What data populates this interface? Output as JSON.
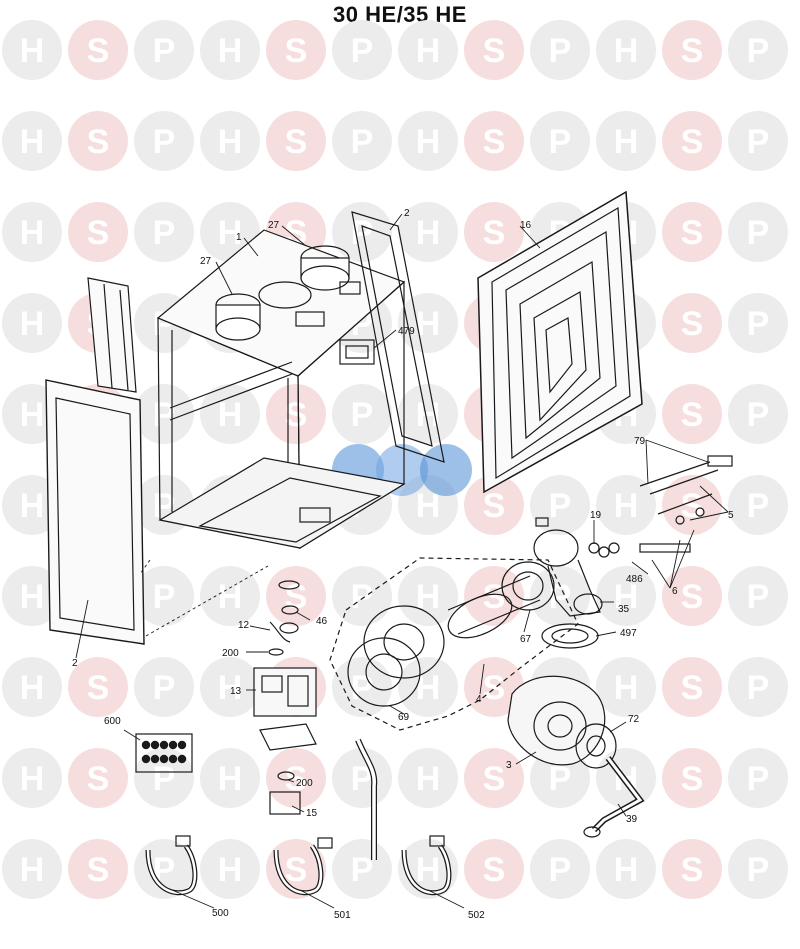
{
  "title": "30 HE/35 HE",
  "watermark": {
    "letters": [
      "H",
      "S",
      "P"
    ],
    "colors": {
      "circle_gray": "#ececec",
      "circle_red": "#f6dede",
      "letter_gray": "#ffffff",
      "letter_red": "#ffffff"
    },
    "center_logo": [
      "H",
      "S",
      "P"
    ],
    "center_colors": [
      "#4c8dd6",
      "#6fa3e0",
      "#4c8dd6"
    ]
  },
  "callouts": {
    "c1": "1",
    "c2a": "2",
    "c2b": "2",
    "c3": "3",
    "c4": "4",
    "c5": "5",
    "c6": "6",
    "c12": "12",
    "c13": "13",
    "c15": "15",
    "c16": "16",
    "c19": "19",
    "c27a": "27",
    "c27b": "27",
    "c35": "35",
    "c39": "39",
    "c46": "46",
    "c67": "67",
    "c69": "69",
    "c72": "72",
    "c79": "79",
    "c200a": "200",
    "c200b": "200",
    "c479": "479",
    "c486": "486",
    "c497": "497",
    "c500": "500",
    "c501": "501",
    "c502": "502",
    "c600": "600"
  },
  "line_color": "#1a1a1a"
}
